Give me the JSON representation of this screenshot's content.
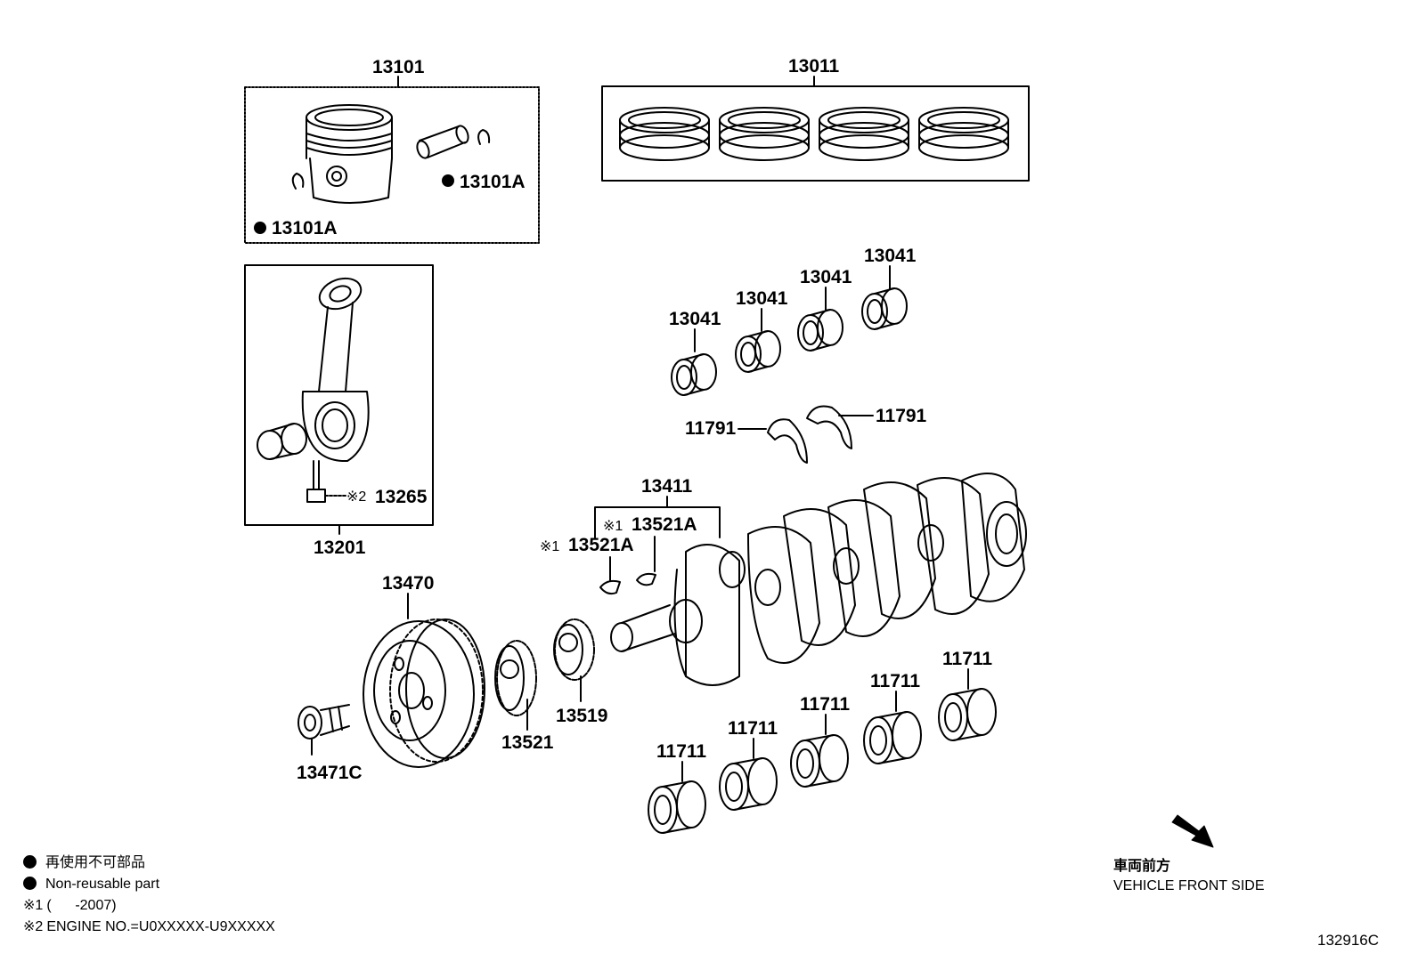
{
  "diagram": {
    "image_code": "132916C",
    "parts": {
      "piston_set": "13101",
      "piston_ring_set": "13011",
      "snap_ring_right": "13101A",
      "snap_ring_left": "13101A",
      "connecting_rod": "13201",
      "rod_bolt": "13265",
      "rod_bolt_note": "※2",
      "rod_bearing_1": "13041",
      "rod_bearing_2": "13041",
      "rod_bearing_3": "13041",
      "rod_bearing_4": "13041",
      "thrust_washer_left": "11791",
      "thrust_washer_right": "11791",
      "crankshaft": "13411",
      "key_upper": "13521A",
      "key_upper_note": "※1",
      "key_lower": "13521A",
      "key_lower_note": "※1",
      "pulley": "13470",
      "pulley_bolt": "13471C",
      "crank_sprocket": "13521",
      "crank_gear": "13519",
      "main_bearing_1": "11711",
      "main_bearing_2": "11711",
      "main_bearing_3": "11711",
      "main_bearing_4": "11711",
      "main_bearing_5": "11711"
    },
    "legend": {
      "non_reusable_jp": "再使用不可部品",
      "non_reusable_en": "Non-reusable part",
      "note1_mark": "※1",
      "note1_text": "(      -2007)",
      "note2_mark": "※2",
      "note2_text": "ENGINE NO.=U0XXXXX-U9XXXXX"
    },
    "front_indicator": {
      "jp": "車両前方",
      "en": "VEHICLE FRONT SIDE"
    }
  }
}
